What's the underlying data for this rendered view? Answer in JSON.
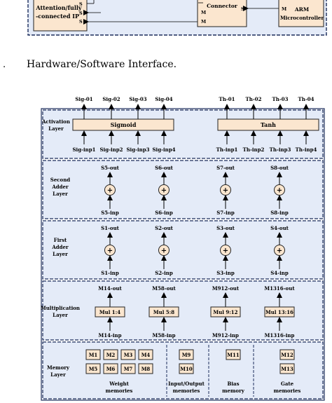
{
  "top": {
    "ip_label_1": "Attention/fully",
    "ip_label_2": "-connected IP",
    "ip_ports": [
      "S",
      "S",
      "S"
    ],
    "connector_label": "Connector",
    "connector_ports_left": [
      "M",
      "M"
    ],
    "connector_port_right": "S",
    "arm_port": "M",
    "arm_label_1": "ARM",
    "arm_label_2": "Microcontroller"
  },
  "caption": {
    "prefix": ".",
    "text": "Hardware/Software Interface."
  },
  "activation": {
    "label_1": "Activation",
    "label_2": "Layer",
    "sig_outputs": [
      "Sig-01",
      "Sig-02",
      "Sig-03",
      "Sig-04"
    ],
    "th_outputs": [
      "Th-01",
      "Th-02",
      "Th-03",
      "Th-04"
    ],
    "sigmoid": "Sigmoid",
    "tanh": "Tanh",
    "sig_inputs": [
      "Sig-inp1",
      "Sig-inp2",
      "Sig-inp3",
      "Sig-inp4"
    ],
    "th_inputs": [
      "Th-inp1",
      "Th-inp2",
      "Th-inp3",
      "Th-inp4"
    ]
  },
  "second_adder": {
    "label_1": "Second",
    "label_2": "Adder",
    "label_3": "Layer",
    "outputs": [
      "S5-out",
      "S6-out",
      "S7-out",
      "S8-out"
    ],
    "inputs": [
      "S5-inp",
      "S6-inp",
      "S7-inp",
      "S8-inp"
    ],
    "op": "+"
  },
  "first_adder": {
    "label_1": "First",
    "label_2": "Adder",
    "label_3": "Layer",
    "outputs": [
      "S1-out",
      "S2-out",
      "S3-out",
      "S4-out"
    ],
    "inputs": [
      "S1-inp",
      "S2-inp",
      "S3-inp",
      "S4-inp"
    ],
    "op": "+"
  },
  "multiplication": {
    "label_1": "Multiplication",
    "label_2": "Layer",
    "outputs": [
      "M14-out",
      "M58-out",
      "M912-out",
      "M1316-out"
    ],
    "units": [
      "Mul 1:4",
      "Mul 5:8",
      "Mul 9:12",
      "Mul 13:16"
    ],
    "inputs": [
      "M14-inp",
      "M58-inp",
      "M912-inp",
      "M1316-inp"
    ]
  },
  "memory": {
    "label_1": "Memory",
    "label_2": "Layer",
    "weight": [
      "M1",
      "M2",
      "M3",
      "M4",
      "M5",
      "M6",
      "M7",
      "M8"
    ],
    "io": [
      "M9",
      "M10"
    ],
    "bias": [
      "M11"
    ],
    "gate": [
      "M12",
      "M13"
    ],
    "weight_label_1": "Weight",
    "weight_label_2": "memories",
    "io_label_1": "Input/Output",
    "io_label_2": "memories",
    "bias_label_1": "Bias",
    "bias_label_2": "memory",
    "gate_label_1": "Gate",
    "gate_label_2": "memories"
  },
  "colors": {
    "panel": "#e4ebf8",
    "panel_border": "#1c2d5c",
    "box": "#fbe6cf",
    "box_border": "#222222"
  }
}
